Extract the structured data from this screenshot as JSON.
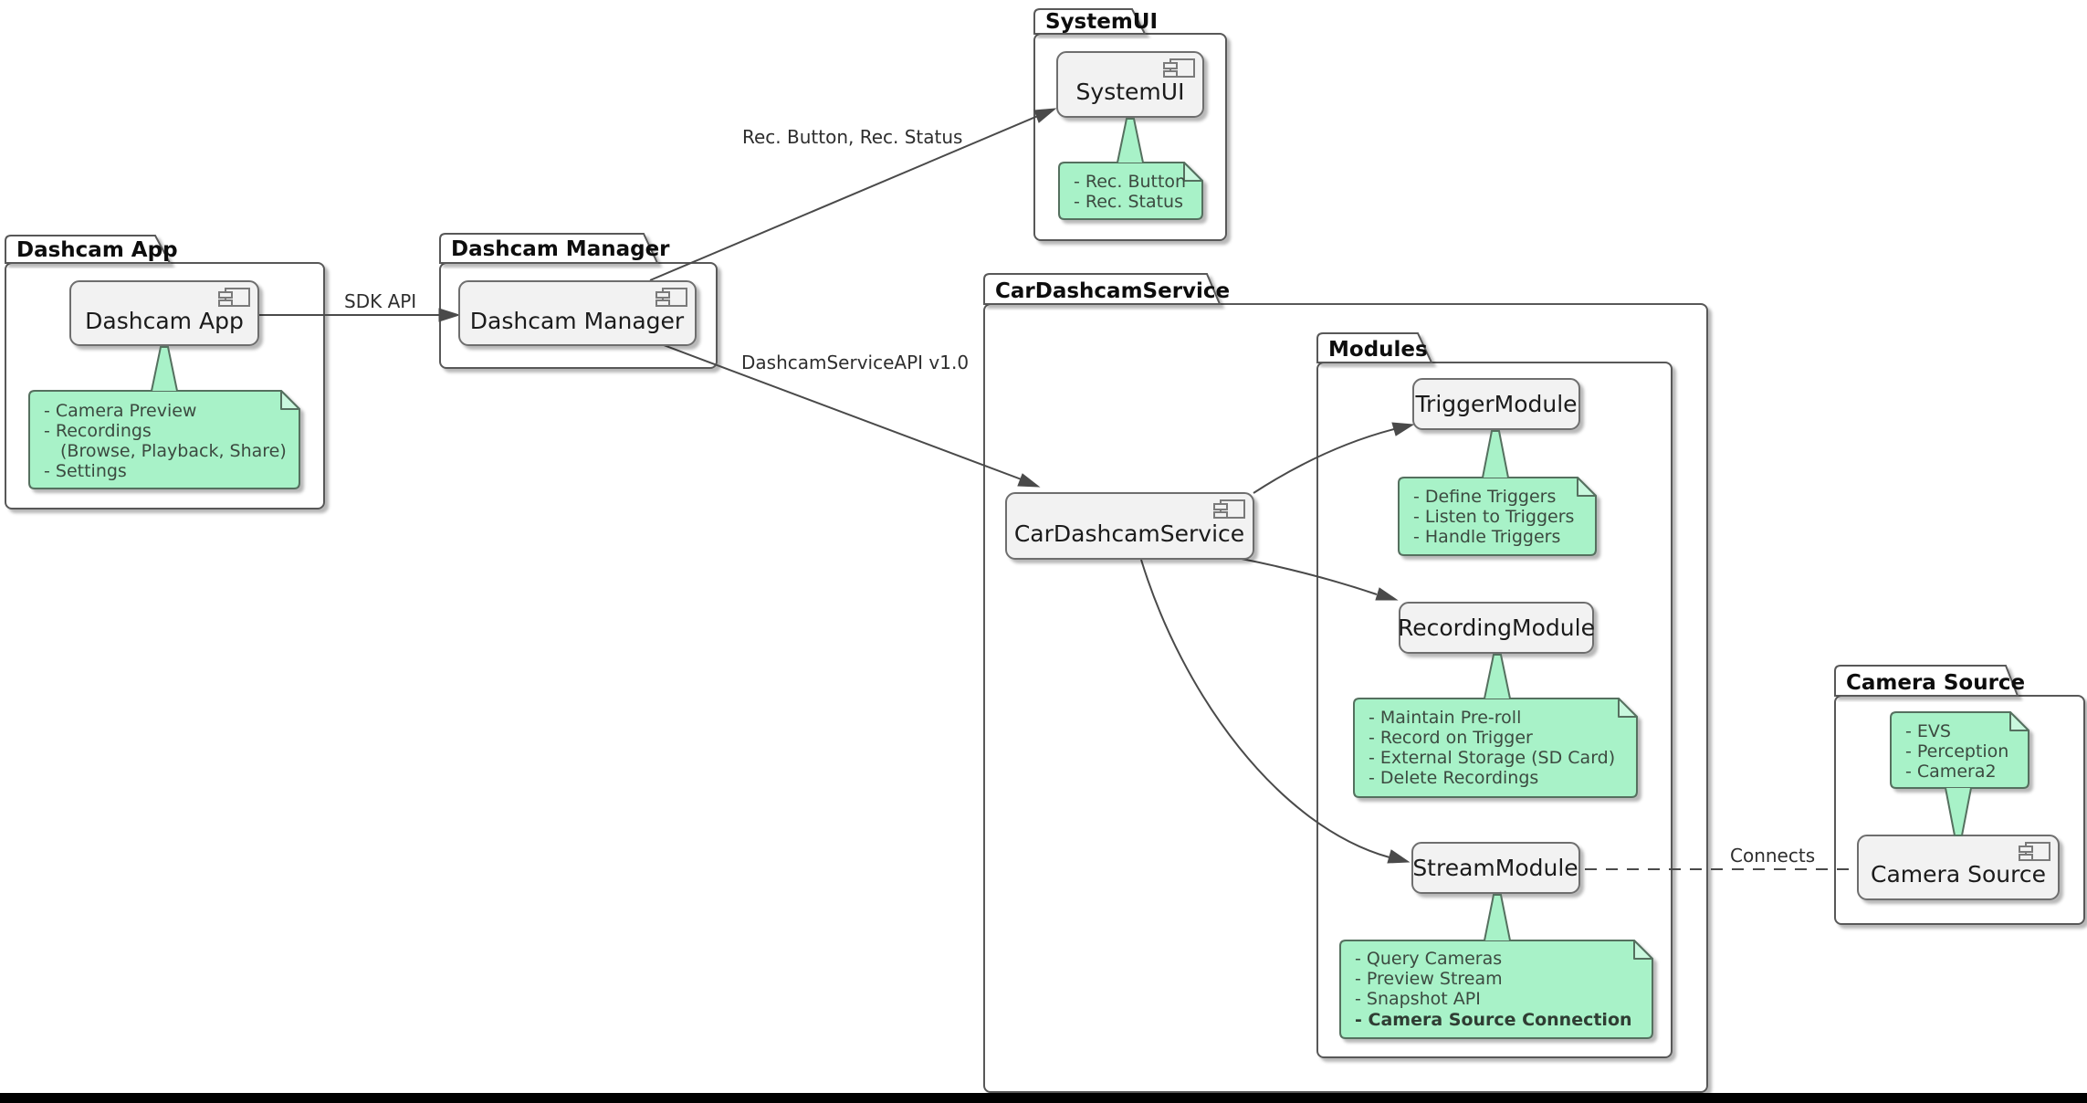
{
  "packages": {
    "dashcam_app": "Dashcam App",
    "dashcam_manager": "Dashcam Manager",
    "systemui": "SystemUI",
    "car_dashcam_service": "CarDashcamService",
    "modules": "Modules",
    "camera_source": "Camera Source"
  },
  "components": {
    "dashcam_app": "Dashcam App",
    "dashcam_manager": "Dashcam Manager",
    "systemui": "SystemUI",
    "car_dashcam_service": "CarDashcamService",
    "trigger_module": "TriggerModule",
    "recording_module": "RecordingModule",
    "stream_module": "StreamModule",
    "camera_source": "Camera Source"
  },
  "notes": {
    "dashcam_app": {
      "lines": [
        "- Camera Preview",
        "- Recordings",
        "(Browse, Playback, Share)",
        "- Settings"
      ]
    },
    "systemui": {
      "lines": [
        "- Rec. Button",
        "- Rec. Status"
      ]
    },
    "trigger_module": {
      "lines": [
        "- Define Triggers",
        "- Listen to Triggers",
        "- Handle Triggers"
      ]
    },
    "recording_module": {
      "lines": [
        "- Maintain Pre-roll",
        "- Record on Trigger",
        "- External Storage (SD Card)",
        "- Delete Recordings"
      ]
    },
    "stream_module": {
      "lines": [
        "- Query Cameras",
        "- Preview Stream",
        "- Snapshot API",
        "- Camera Source Connection"
      ]
    },
    "camera_source": {
      "lines": [
        "- EVS",
        "- Perception",
        "- Camera2"
      ]
    }
  },
  "edges": {
    "sdk_api": "SDK API",
    "rec_button_status": "Rec. Button, Rec. Status",
    "dashcam_service_api": "DashcamServiceAPI v1.0",
    "connects": "Connects"
  },
  "colors": {
    "note_fill": "#A8F2C8",
    "note_border": "#55705F",
    "component_fill": "#F2F2F2",
    "component_border": "#6E6E6E",
    "package_border": "#585858",
    "edge": "#4A4A4A",
    "bottom_bar": "#000000"
  }
}
